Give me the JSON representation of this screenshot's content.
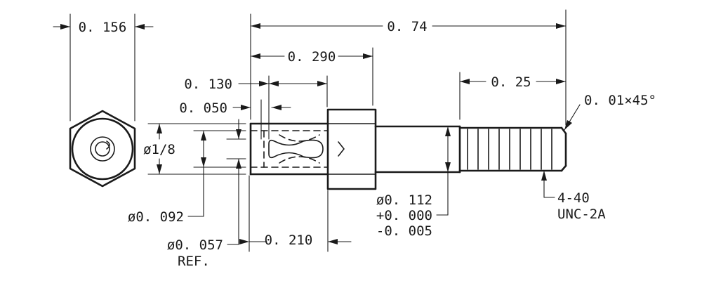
{
  "dimensions": {
    "hex_width": "0. 156",
    "overall_length": "0. 74",
    "body_length": "0. 290",
    "slot_length": "0. 130",
    "slot_width": "0. 050",
    "thread_length": "0. 25",
    "chamfer": "0. 01×45°",
    "head_diameter": "ø1/8",
    "bore_diameter": "ø0. 092",
    "hole_diameter": "ø0. 057",
    "hole_note": "REF.",
    "body_offset": "0. 210",
    "shank_diameter": "ø0. 112",
    "shank_tol_plus": "+0. 000",
    "shank_tol_minus": "-0. 005",
    "thread_size": "4-40",
    "thread_class": "UNC-2A"
  }
}
